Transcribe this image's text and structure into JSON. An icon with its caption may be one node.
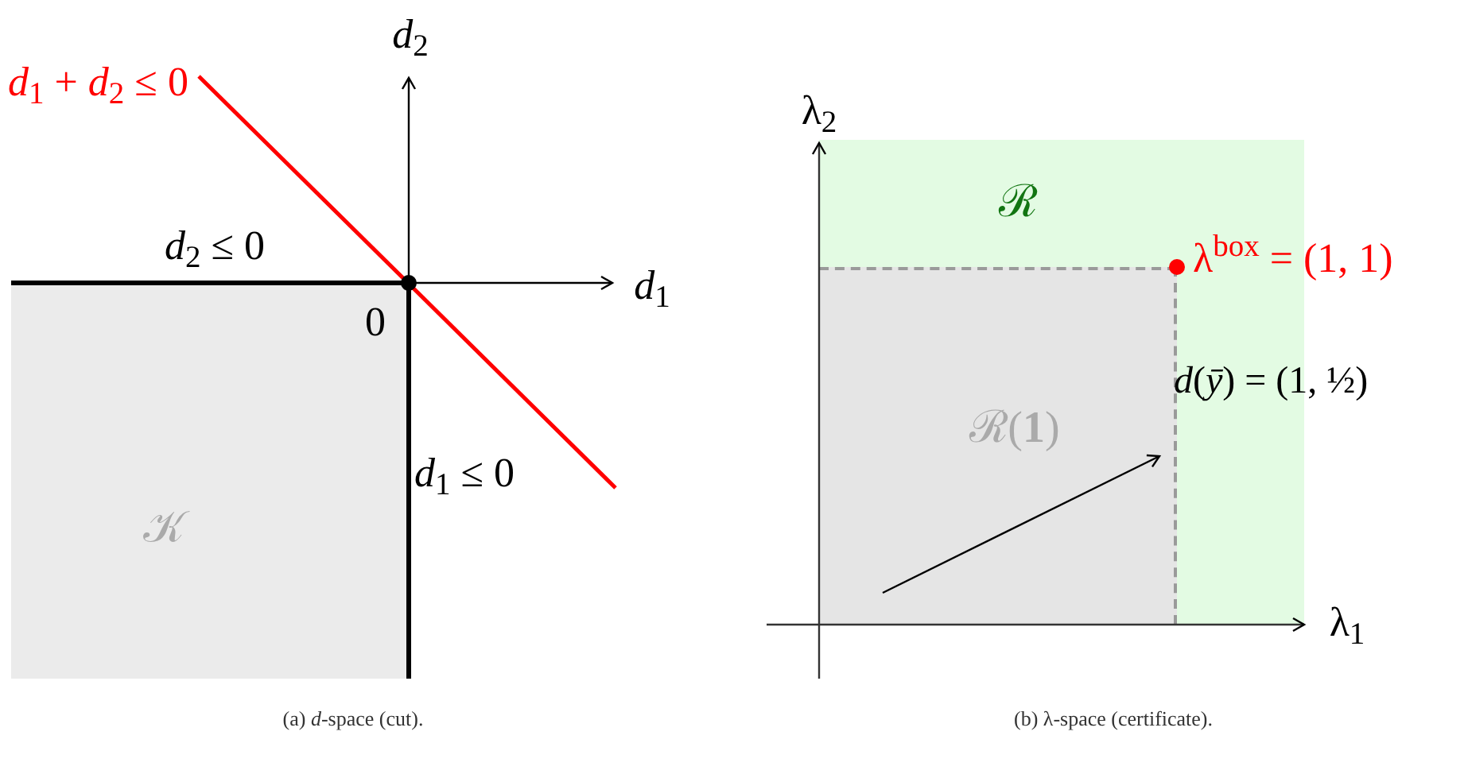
{
  "diagram": {
    "nodes": [
      {
        "text": [
          "𝒦"
        ]
      },
      {
        "text": [
          "ℛ"
        ]
      },
      {
        "text": [
          "ℛ(**1**)"
        ],
        "in": 1
      },
      {
        "text": [],
        "shape": "circle",
        "in": 1,
        "beside": [
          "λ$^{box}$ = (1, 1)"
        ]
      }
    ],
    "labels": [
      "*d*$_{2}$",
      "*d*$_{1}$ + *d*$_{2}$ ≤ 0",
      "*d*$_{2}$ ≤ 0",
      "*d*$_{1}$",
      "0",
      "*d*$_{1}$ ≤ 0",
      "(a) *d*-space (cut).",
      "λ$_{2}$",
      "λ$_{1}$",
      "*d*(*ȳ*) = (1, ½)",
      "(b) λ-space (certificate)."
    ]
  }
}
